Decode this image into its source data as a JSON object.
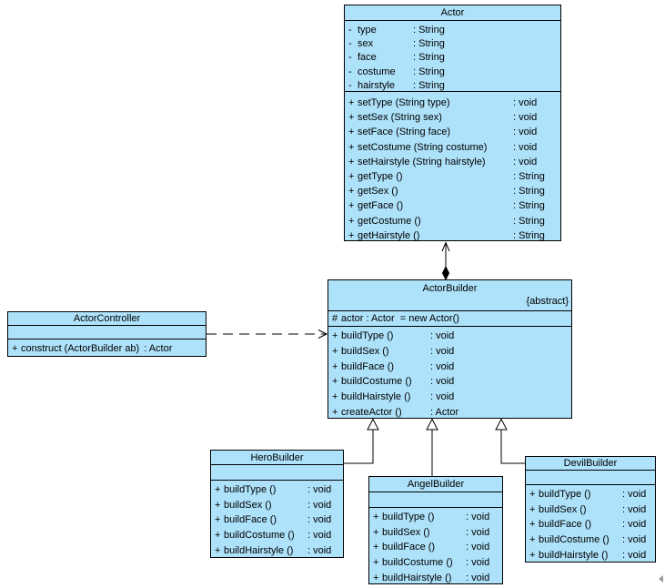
{
  "diagram": {
    "kind": "UML class diagram - Builder pattern",
    "colors": {
      "class_fill": "#AEE2FA",
      "border": "#000000",
      "background": "#FFFFFF",
      "connector": "#000000"
    }
  },
  "classes": {
    "actor": {
      "title": "Actor",
      "attributes": [
        {
          "v": "-",
          "n": "type",
          "t": ": String"
        },
        {
          "v": "-",
          "n": "sex",
          "t": ": String"
        },
        {
          "v": "-",
          "n": "face",
          "t": ": String"
        },
        {
          "v": "-",
          "n": "costume",
          "t": ": String"
        },
        {
          "v": "-",
          "n": "hairstyle",
          "t": ": String"
        }
      ],
      "methods": [
        {
          "v": "+",
          "n": "setType (String type)",
          "t": ": void"
        },
        {
          "v": "+",
          "n": "setSex (String sex)",
          "t": ": void"
        },
        {
          "v": "+",
          "n": "setFace (String face)",
          "t": ": void"
        },
        {
          "v": "+",
          "n": "setCostume (String costume)",
          "t": ": void"
        },
        {
          "v": "+",
          "n": "setHairstyle (String hairstyle)",
          "t": ": void"
        },
        {
          "v": "+",
          "n": "getType ()",
          "t": ": String"
        },
        {
          "v": "+",
          "n": "getSex ()",
          "t": ": String"
        },
        {
          "v": "+",
          "n": "getFace ()",
          "t": ": String"
        },
        {
          "v": "+",
          "n": "getCostume ()",
          "t": ": String"
        },
        {
          "v": "+",
          "n": "getHairstyle ()",
          "t": ": String"
        }
      ]
    },
    "actorBuilder": {
      "title": "ActorBuilder",
      "stereotype": "{abstract}",
      "attributes": [
        {
          "v": "#",
          "n": "actor : Actor  = new Actor()",
          "t": ""
        }
      ],
      "methods": [
        {
          "v": "+",
          "n": "buildType ()",
          "t": ": void"
        },
        {
          "v": "+",
          "n": "buildSex ()",
          "t": ": void"
        },
        {
          "v": "+",
          "n": "buildFace ()",
          "t": ": void"
        },
        {
          "v": "+",
          "n": "buildCostume ()",
          "t": ": void"
        },
        {
          "v": "+",
          "n": "buildHairstyle ()",
          "t": ": void"
        },
        {
          "v": "+",
          "n": "createActor ()",
          "t": ": Actor"
        }
      ]
    },
    "actorController": {
      "title": "ActorController",
      "methods": [
        {
          "v": "+",
          "n": "construct (ActorBuilder ab)",
          "t": ": Actor"
        }
      ]
    },
    "heroBuilder": {
      "title": "HeroBuilder",
      "methods": [
        {
          "v": "+",
          "n": "buildType ()",
          "t": ": void"
        },
        {
          "v": "+",
          "n": "buildSex ()",
          "t": ": void"
        },
        {
          "v": "+",
          "n": "buildFace ()",
          "t": ": void"
        },
        {
          "v": "+",
          "n": "buildCostume ()",
          "t": ": void"
        },
        {
          "v": "+",
          "n": "buildHairstyle ()",
          "t": ": void"
        }
      ]
    },
    "angelBuilder": {
      "title": "AngelBuilder",
      "methods": [
        {
          "v": "+",
          "n": "buildType ()",
          "t": ": void"
        },
        {
          "v": "+",
          "n": "buildSex ()",
          "t": ": void"
        },
        {
          "v": "+",
          "n": "buildFace ()",
          "t": ": void"
        },
        {
          "v": "+",
          "n": "buildCostume ()",
          "t": ": void"
        },
        {
          "v": "+",
          "n": "buildHairstyle ()",
          "t": ": void"
        }
      ]
    },
    "devilBuilder": {
      "title": "DevilBuilder",
      "methods": [
        {
          "v": "+",
          "n": "buildType ()",
          "t": ": void"
        },
        {
          "v": "+",
          "n": "buildSex ()",
          "t": ": void"
        },
        {
          "v": "+",
          "n": "buildFace ()",
          "t": ": void"
        },
        {
          "v": "+",
          "n": "buildCostume ()",
          "t": ": void"
        },
        {
          "v": "+",
          "n": "buildHairstyle ()",
          "t": ": void"
        }
      ]
    }
  },
  "relations": [
    {
      "type": "composition",
      "from": "ActorBuilder",
      "to": "Actor"
    },
    {
      "type": "dependency",
      "from": "ActorController",
      "to": "ActorBuilder"
    },
    {
      "type": "generalization",
      "from": "HeroBuilder",
      "to": "ActorBuilder"
    },
    {
      "type": "generalization",
      "from": "AngelBuilder",
      "to": "ActorBuilder"
    },
    {
      "type": "generalization",
      "from": "DevilBuilder",
      "to": "ActorBuilder"
    }
  ]
}
